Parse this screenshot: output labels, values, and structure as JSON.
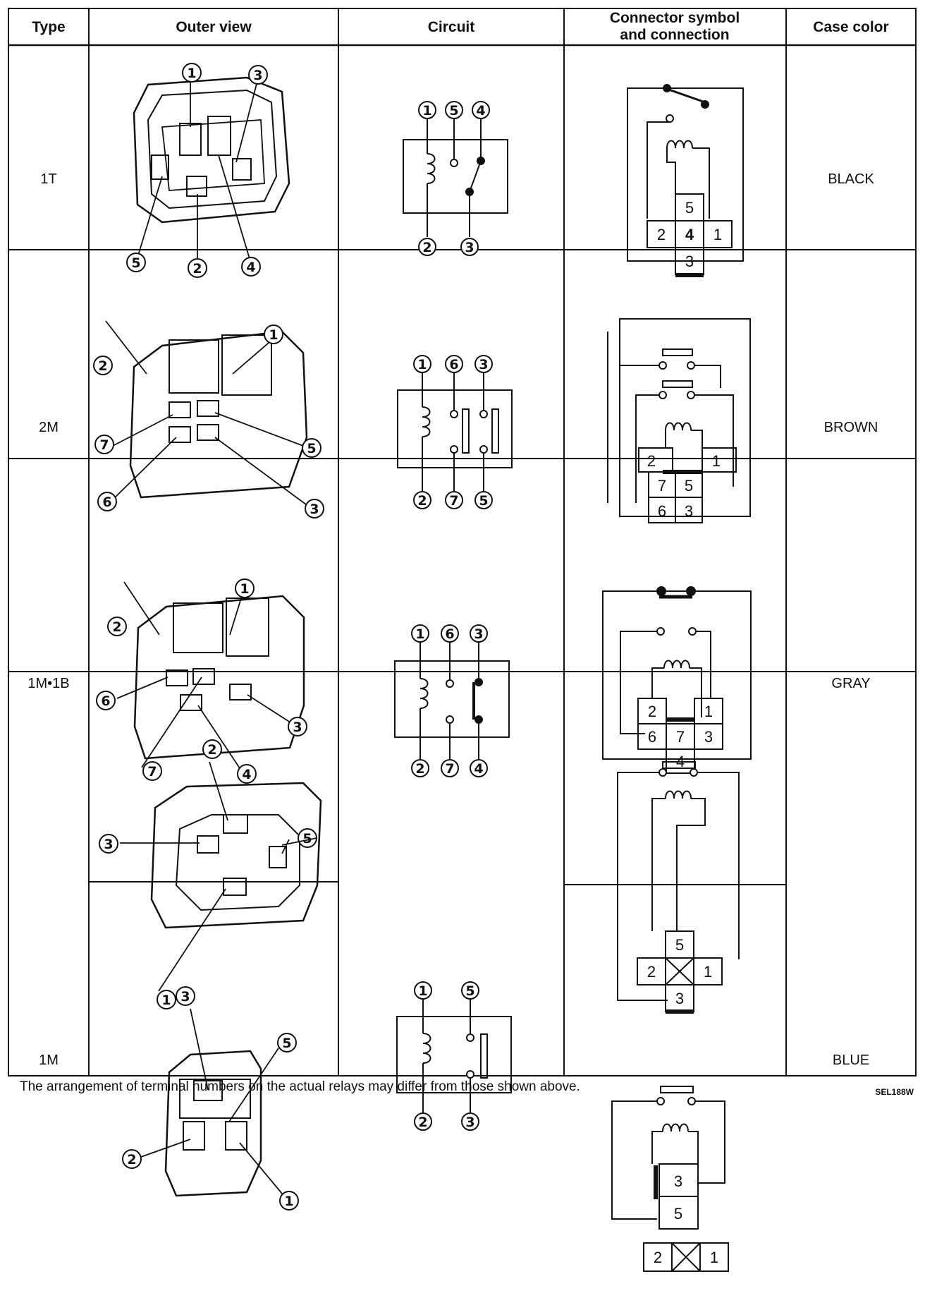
{
  "headers": {
    "type": "Type",
    "outer_view": "Outer view",
    "circuit": "Circuit",
    "connector_line1": "Connector symbol",
    "connector_line2": "and connection",
    "case_color": "Case color"
  },
  "rows": [
    {
      "type": "1T",
      "case_color": "BLACK"
    },
    {
      "type": "2M",
      "case_color": "BROWN"
    },
    {
      "type": "1M•1B",
      "case_color": "GRAY"
    },
    {
      "type": "1M",
      "case_color": "BLUE"
    }
  ],
  "pins": {
    "p1": "1",
    "p2": "2",
    "p3": "3",
    "p4": "4",
    "p5": "5",
    "p6": "6",
    "p7": "7"
  },
  "footnote": "The arrangement of terminal numbers on the actual relays may differ from those shown above.",
  "figure_code": "SEL188W"
}
